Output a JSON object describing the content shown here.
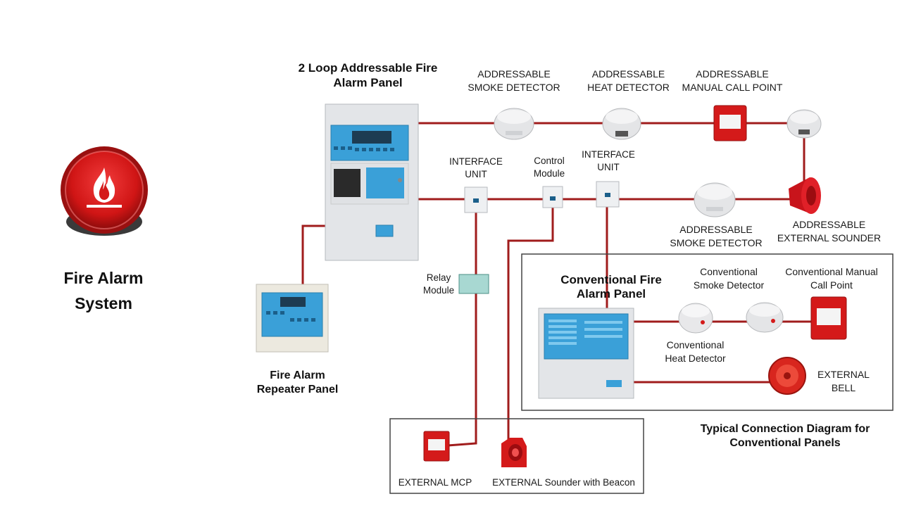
{
  "left_panel": {
    "icon": "fire-icon",
    "title_line1": "Fire Alarm",
    "title_line2": "System"
  },
  "colors": {
    "wire": "#a01c1c",
    "icon_red": "#d41a1a",
    "panel_grey": "#d9dbdf",
    "panel_blue": "#3a9ed6"
  },
  "main_panel": {
    "line1": "2 Loop Addressable Fire",
    "line2": "Alarm Panel"
  },
  "repeater_panel": {
    "line1": "Fire Alarm",
    "line2": "Repeater Panel"
  },
  "conventional_panel": {
    "line1": "Conventional Fire",
    "line2": "Alarm Panel"
  },
  "devices": {
    "smoke_top": {
      "line1": "ADDRESSABLE",
      "line2": "SMOKE DETECTOR"
    },
    "heat_top": {
      "line1": "ADDRESSABLE",
      "line2": "HEAT DETECTOR"
    },
    "mcp_top": {
      "line1": "ADDRESSABLE",
      "line2": "MANUAL CALL POINT"
    },
    "interface1": {
      "line1": "INTERFACE",
      "line2": "UNIT"
    },
    "control_module": {
      "line1": "Control",
      "line2": "Module"
    },
    "interface2": {
      "line1": "INTERFACE",
      "line2": "UNIT"
    },
    "smoke_mid": {
      "line1": "ADDRESSABLE",
      "line2": "SMOKE DETECTOR"
    },
    "sounder": {
      "line1": "ADDRESSABLE",
      "line2": "EXTERNAL SOUNDER"
    },
    "relay": {
      "line1": "Relay",
      "line2": "Module"
    },
    "conv_smoke": {
      "line1": "Conventional",
      "line2": "Smoke Detector"
    },
    "conv_mcp": {
      "line1": "Conventional  Manual",
      "line2": "Call Point"
    },
    "conv_heat": {
      "line1": "Conventional",
      "line2": "Heat Detector"
    },
    "ext_bell": {
      "line1": "EXTERNAL",
      "line2": "BELL"
    },
    "ext_mcp": "EXTERNAL MCP",
    "ext_sounder": "EXTERNAL Sounder with Beacon"
  },
  "caption": {
    "line1": "Typical Connection Diagram for",
    "line2": "Conventional Panels"
  }
}
